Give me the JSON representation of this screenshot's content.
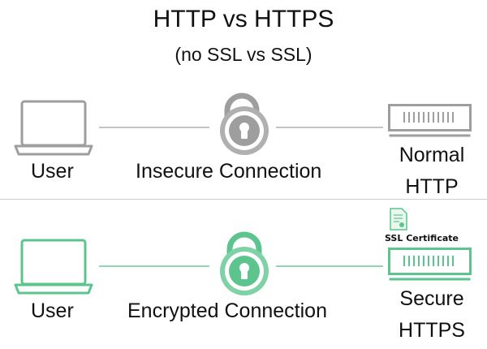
{
  "header": {
    "title": "HTTP vs HTTPS",
    "subtitle": "(no SSL vs SSL)"
  },
  "rows": [
    {
      "user_label": "User",
      "connection_label": "Insecure Connection",
      "server_label_line1": "Normal",
      "server_label_line2": "HTTP",
      "color": "#9e9e9e",
      "lock_icon": "open-padlock-icon"
    },
    {
      "user_label": "User",
      "connection_label": "Encrypted Connection",
      "server_label_line1": "Secure",
      "server_label_line2": "HTTPS",
      "color": "#5cc48d",
      "lock_icon": "closed-padlock-icon",
      "certificate_label": "SSL Certificate"
    }
  ]
}
